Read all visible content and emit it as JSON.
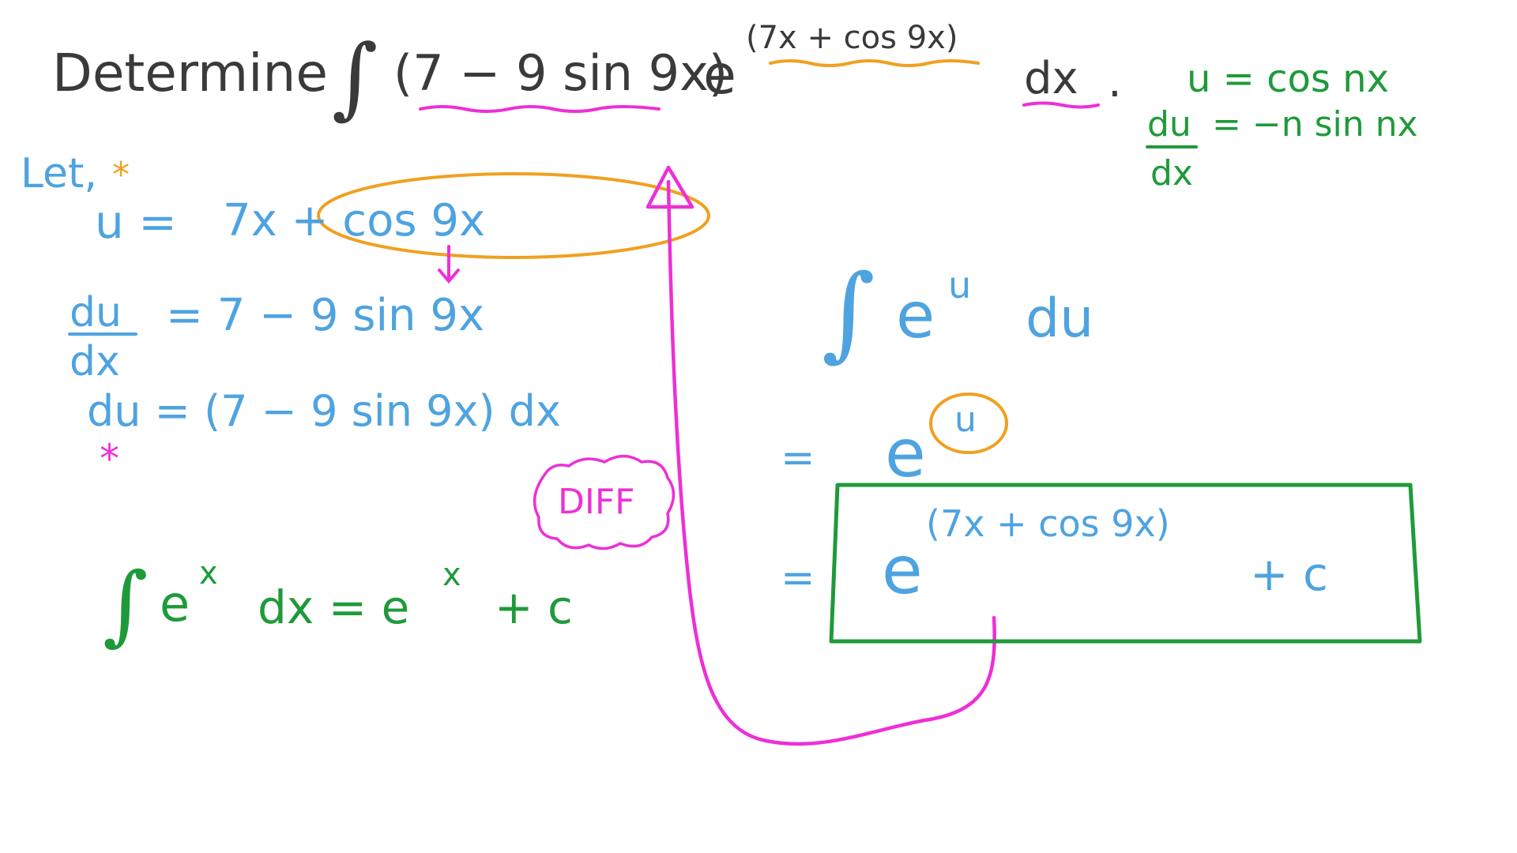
{
  "colors": {
    "ink": "#3a3a3a",
    "blue": "#4ea3e0",
    "green": "#1f9a3a",
    "orange": "#f0a020",
    "pink": "#ee2fd6"
  },
  "question": {
    "word": "Determine",
    "integral_sign": "∫",
    "factor": "(7 − 9 sin 9x)",
    "base": "e",
    "exponent": "(7x + cos 9x)",
    "differential": "dx",
    "period": "."
  },
  "reference": {
    "line1": "u =  cos nx",
    "du": "du",
    "dx": "dx",
    "rhs": "= −n sin nx"
  },
  "working_left": {
    "let": "Let,",
    "star": "*",
    "u_lhs": "u =",
    "u_rhs": "7x + cos 9x",
    "du": "du",
    "dx": "dx",
    "deriv_rhs": "=  7 − 9 sin 9x",
    "du_line": "du = (7 − 9 sin 9x)  dx",
    "star2": "*",
    "diff": "DIFF",
    "rule_int": "∫",
    "rule_base": "e",
    "rule_exp": "x",
    "rule_mid": "dx = e",
    "rule_exp2": "x",
    "rule_end": "+ c"
  },
  "working_right": {
    "int_sign": "∫",
    "int_base": "e",
    "int_exp": "u",
    "int_du": "du",
    "eq1": "=",
    "res1_base": "e",
    "res1_exp": "u",
    "eq2": "=",
    "res2_base": "e",
    "res2_exp": "(7x + cos 9x)",
    "res2_c": "+ c"
  }
}
